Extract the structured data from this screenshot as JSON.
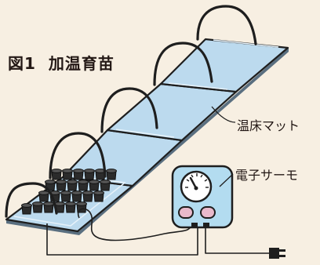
{
  "figure": {
    "title_number": "図1",
    "title_text": "加温育苗"
  },
  "labels": {
    "heating_mat": "温床マット",
    "thermostat": "電子サーモ"
  },
  "colors": {
    "background": "#f7efe2",
    "mat_fill": "#bcdaee",
    "arch": "#1e1e1e",
    "pot": "#2b2b2b",
    "thermostat_body": "#b3dcf0",
    "thermostat_button": "#e9b9cb"
  },
  "icons": {
    "thermostat_dial": "gauge-dial-icon",
    "plug": "power-plug-icon"
  }
}
